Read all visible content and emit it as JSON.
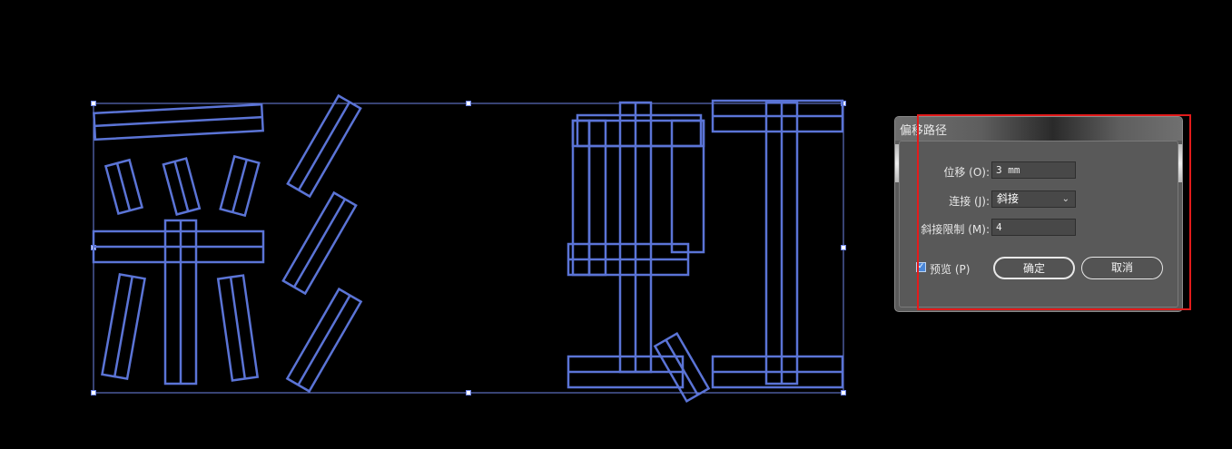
{
  "dialog": {
    "title": "偏移路径",
    "offset": {
      "label": "位移 (O):",
      "value": "3 mm"
    },
    "joins": {
      "label": "连接 (J):",
      "value": "斜接"
    },
    "miter_limit": {
      "label": "斜接限制 (M):",
      "value": "4"
    },
    "preview": {
      "label": "预览 (P)",
      "checked": true
    },
    "ok_label": "确定",
    "cancel_label": "取消"
  },
  "colors": {
    "canvas": "#000000",
    "path_stroke": "#5b74d6",
    "selection": "#6f86e8",
    "highlight_box": "#e31b1b"
  },
  "icons": {
    "select_chevron": "chevron-down-icon",
    "checkbox_mark": "check-icon"
  }
}
